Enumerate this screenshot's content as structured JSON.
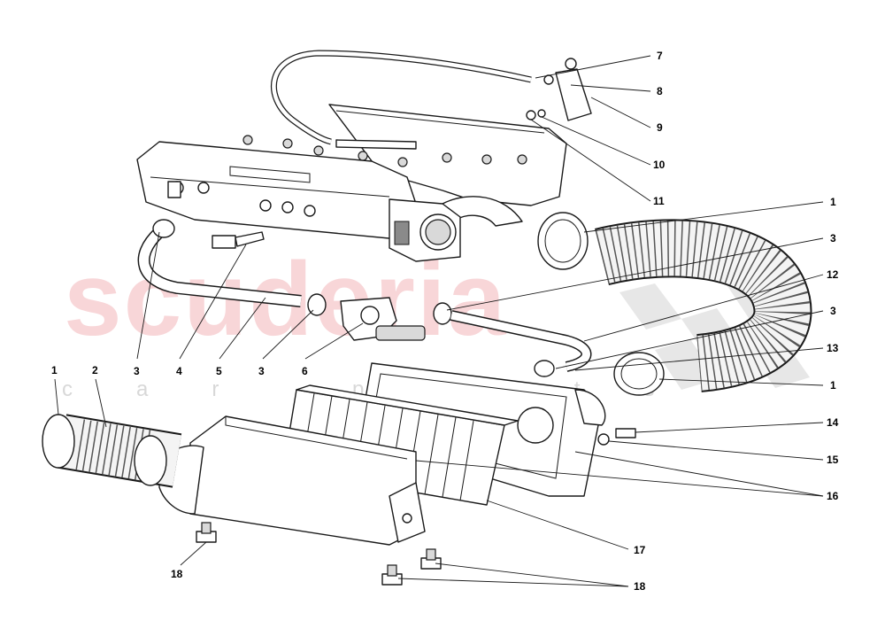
{
  "watermark": {
    "brand": "scuderia",
    "sub": "car parts"
  },
  "callouts": [
    {
      "id": "c7",
      "label": "7"
    },
    {
      "id": "c8",
      "label": "8"
    },
    {
      "id": "c9",
      "label": "9"
    },
    {
      "id": "c10",
      "label": "10"
    },
    {
      "id": "c11",
      "label": "11"
    },
    {
      "id": "c1a",
      "label": "1"
    },
    {
      "id": "c3a",
      "label": "3"
    },
    {
      "id": "c12",
      "label": "12"
    },
    {
      "id": "c3b",
      "label": "3"
    },
    {
      "id": "c13",
      "label": "13"
    },
    {
      "id": "c1b",
      "label": "1"
    },
    {
      "id": "c14",
      "label": "14"
    },
    {
      "id": "c15",
      "label": "15"
    },
    {
      "id": "c16",
      "label": "16"
    },
    {
      "id": "c17",
      "label": "17"
    },
    {
      "id": "c18a",
      "label": "18"
    },
    {
      "id": "c18b",
      "label": "18"
    },
    {
      "id": "c1c",
      "label": "1"
    },
    {
      "id": "c2",
      "label": "2"
    },
    {
      "id": "c3c",
      "label": "3"
    },
    {
      "id": "c4",
      "label": "4"
    },
    {
      "id": "c5",
      "label": "5"
    },
    {
      "id": "c3d",
      "label": "3"
    },
    {
      "id": "c6",
      "label": "6"
    }
  ]
}
